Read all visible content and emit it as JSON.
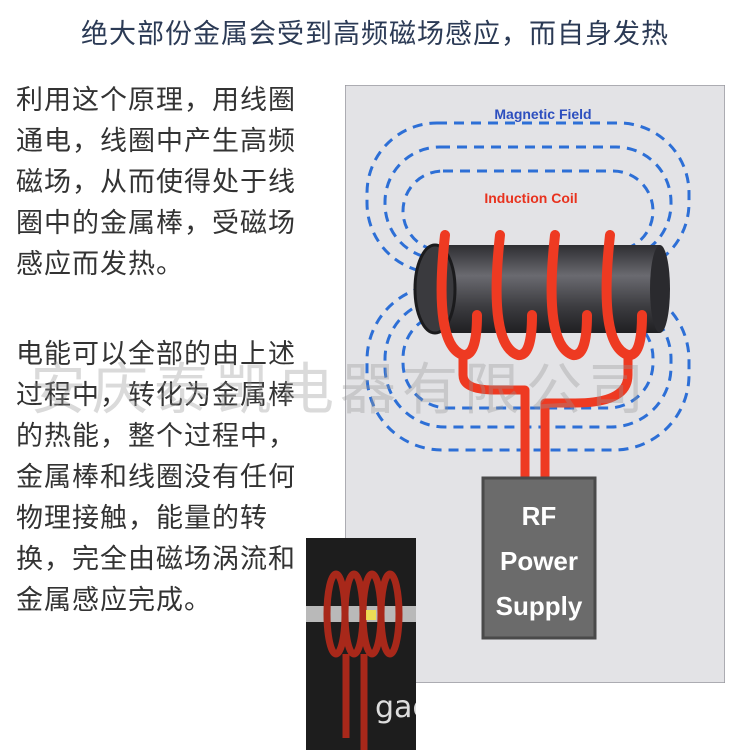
{
  "title": "绝大部份金属会受到高频磁场感应，而自身发热",
  "paragraph1_lines": [
    "利用这个原理，用线圈",
    "通电，线圈中产生高频",
    "磁场，从而使得处于线",
    "圈中的金属棒，受磁场",
    "感应而发热。"
  ],
  "paragraph2_lines": [
    "电能可以全部的由上述",
    "过程中，转化为金属棒",
    "的热能，整个过程中，",
    "金属棒和线圈没有任何",
    "物理接触，能量的转",
    "换，完全由磁场涡流和",
    "金属感应完成。"
  ],
  "diagram": {
    "magnetic_field_label": "Magnetic Field",
    "induction_coil_label": "Induction Coil",
    "power_supply_lines": [
      "RF",
      "Power",
      "Supply"
    ]
  },
  "watermark": "安庆泰凯电器有限公司",
  "watermark2": "gac",
  "colors": {
    "field": "#2d6fd6",
    "coil": "#e8321e",
    "panel": "#e3e3e6",
    "rod": "#4a4a4e",
    "supply": "#6b6b6b"
  }
}
